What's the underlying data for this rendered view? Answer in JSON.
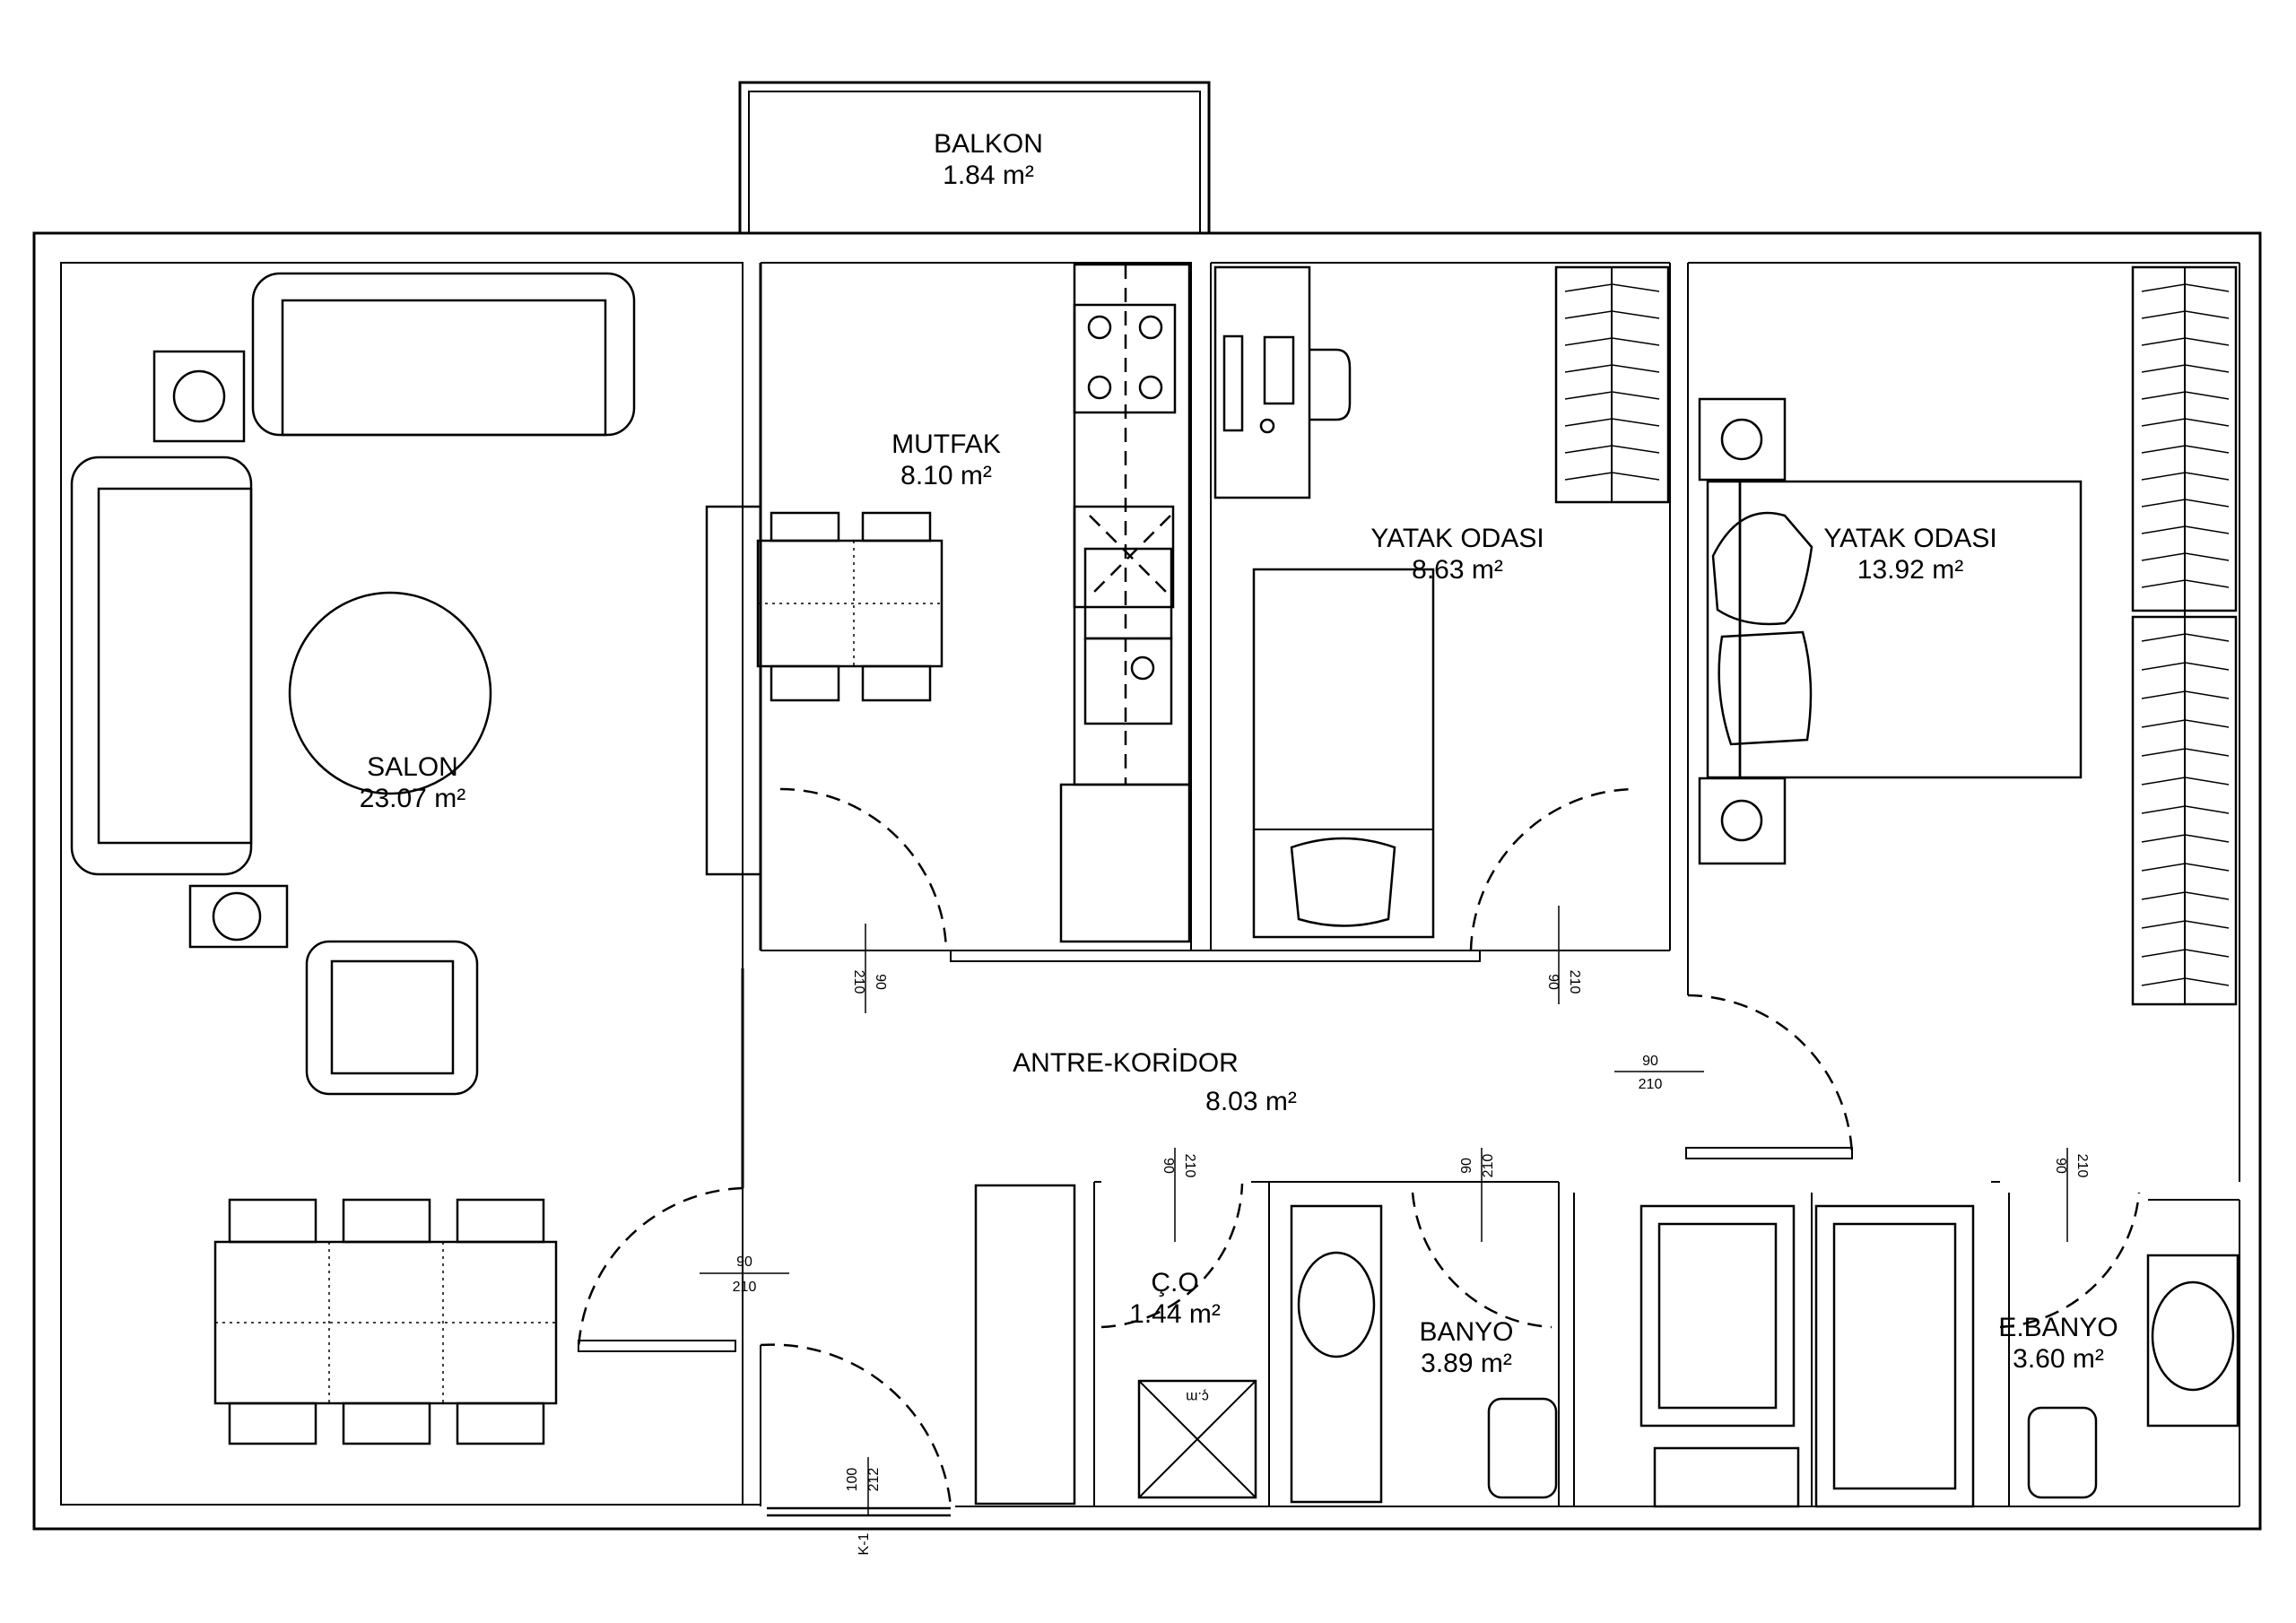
{
  "rooms": [
    {
      "id": "balkon",
      "name": "BALKON",
      "area": "1.84  m²"
    },
    {
      "id": "salon",
      "name": "SALON",
      "area": "23.07 m²"
    },
    {
      "id": "mutfak",
      "name": "MUTFAK",
      "area": "8.10 m²"
    },
    {
      "id": "yatak1",
      "name": "YATAK ODASI",
      "area": "8.63 m²"
    },
    {
      "id": "yatak2",
      "name": "YATAK ODASI",
      "area": "13.92 m²"
    },
    {
      "id": "antre",
      "name": "ANTRE-KORİDOR",
      "area": "8.03 m²"
    },
    {
      "id": "co",
      "name": "Ç.O",
      "area": "1.44 m²"
    },
    {
      "id": "banyo",
      "name": "BANYO",
      "area": "3.89 m²"
    },
    {
      "id": "ebanyo",
      "name": "E.BANYO",
      "area": "3.60 m²"
    }
  ],
  "door_dims": {
    "width_90": "90",
    "height_210": "210",
    "width_100": "100",
    "height_212": "212"
  },
  "entrance_door_code": "K-1",
  "washer_label": "ç.m"
}
